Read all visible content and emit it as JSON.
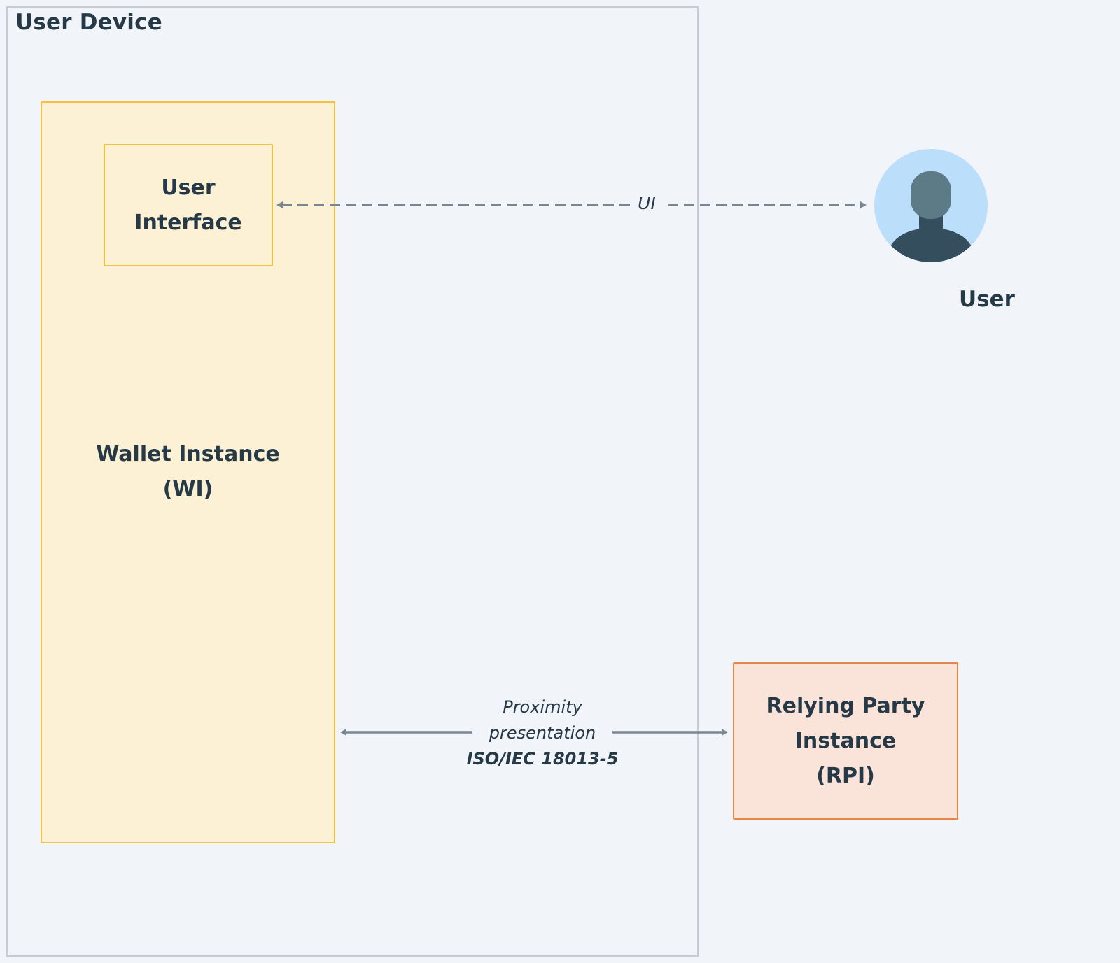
{
  "device": {
    "title": "User Device"
  },
  "wallet": {
    "component_label": "User\nInterface",
    "label": "Wallet Instance\n(WI)"
  },
  "user": {
    "label": "User"
  },
  "relying_party": {
    "label": "Relying Party\nInstance\n(RPI)"
  },
  "edges": {
    "ui": {
      "label": "UI",
      "style": "dashed",
      "direction": "bidirectional"
    },
    "proximity": {
      "line1": "Proximity",
      "line2": "presentation",
      "standard": "ISO/IEC 18013-5",
      "direction": "bidirectional"
    }
  },
  "colors": {
    "background": "#f1f4f8",
    "device_border": "#c7ccd3",
    "wallet_fill": "#fdf1d5",
    "wallet_border": "#f5c33b",
    "rp_fill": "#fae4da",
    "rp_border": "#e4874a",
    "connector": "#7a8791",
    "text": "#263947",
    "avatar_bg": "#bbdefb",
    "avatar_head": "#5c7b86",
    "avatar_body": "#344e5d"
  },
  "icons": {
    "user": "user-avatar-icon"
  }
}
